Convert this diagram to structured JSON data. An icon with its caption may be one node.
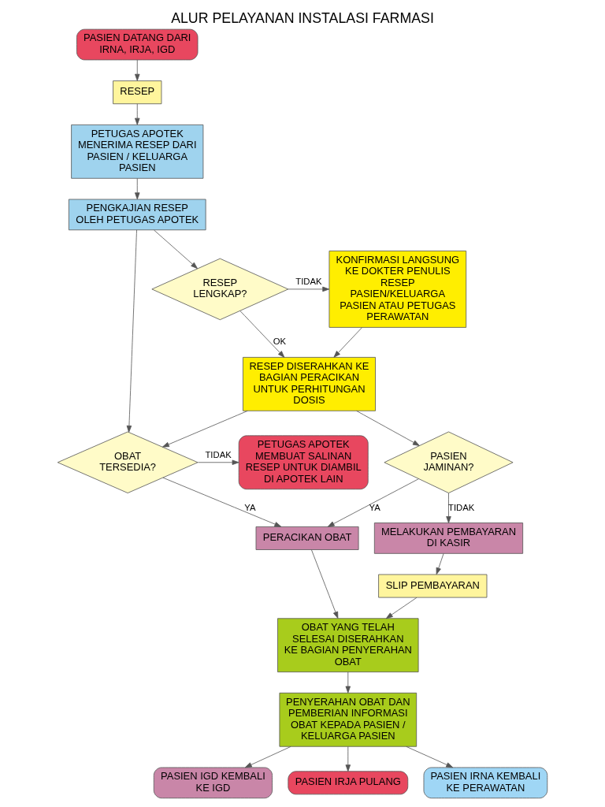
{
  "diagram": {
    "title": "ALUR PELAYANAN INSTALASI FARMASI",
    "nodes": [
      {
        "text": [
          "PASIEN DATANG DARI IRNA, IRJA, IGD"
        ]
      },
      {
        "text": [
          "RESEP"
        ]
      },
      {
        "text": [
          "PETUGAS APOTEK MENERIMA RESEP DARI PASIEN / KELUARGA PASIEN"
        ]
      },
      {
        "text": [
          "PENGKAJIAN RESEP OLEH PETUGAS APOTEK"
        ]
      },
      {
        "text": [
          "RESEP LENGKAP?"
        ]
      },
      {
        "text": [
          "KONFIRMASI LANGSUNG KE DOKTER PENULIS RESEP PASIEN/KELUARGA PASIEN ATAU PETUGAS PERAWATAN"
        ]
      },
      {
        "text": [
          "RESEP DISERAHKAN KE BAGIAN PERACIKAN UNTUK PERHITUNGAN DOSIS"
        ]
      },
      {
        "text": [
          "OBAT TERSEDIA?"
        ]
      },
      {
        "text": [
          "PETUGAS APOTEK MEMBUAT SALINAN RESEP UNTUK DIAMBIL DI APOTEK LAIN"
        ]
      },
      {
        "text": [
          "PERACIKAN OBAT"
        ]
      },
      {
        "text": [
          "PASIEN JAMINAN?"
        ]
      },
      {
        "text": [
          "MELAKUKAN PEMBAYARAN DI KASIR"
        ]
      },
      {
        "text": [
          "SLIP PEMBAYARAN"
        ]
      },
      {
        "text": [
          "OBAT YANG TELAH SELESAI DISERAHKAN KE BAGIAN PENYERAHAN OBAT"
        ]
      },
      {
        "text": [
          "PENYERAHAN OBAT DAN PEMBERIAN INFORMASI OBAT KEPADA PASIEN / KELUARGA PASIEN"
        ]
      },
      {
        "text": [
          "PASIEN IGD KEMBALI KE IGD"
        ]
      },
      {
        "text": [
          "PASIEN IRJA PULANG"
        ]
      },
      {
        "text": [
          "PASIEN IRNA KEMBALI KE PERAWATAN"
        ]
      }
    ],
    "edges": [
      {
        "from": 0,
        "to": 1,
        "arrow": "to"
      },
      {
        "from": 1,
        "to": 2,
        "arrow": "to"
      },
      {
        "from": 2,
        "to": 3,
        "arrow": "to"
      },
      {
        "from": 3,
        "to": 4,
        "arrow": "to"
      },
      {
        "from": 4,
        "to": 5,
        "arrow": "to",
        "label": "TIDAK"
      },
      {
        "from": 4,
        "to": 6,
        "arrow": "to",
        "label": "OK"
      },
      {
        "from": 5,
        "to": 6,
        "arrow": "to"
      },
      {
        "from": 3,
        "to": 7,
        "arrow": "to"
      },
      {
        "from": 6,
        "to": 7,
        "arrow": "to"
      },
      {
        "from": 7,
        "to": 8,
        "arrow": "to",
        "label": "TIDAK"
      },
      {
        "from": 7,
        "to": 9,
        "arrow": "to",
        "label": "YA"
      },
      {
        "from": 6,
        "to": 10,
        "arrow": "to"
      },
      {
        "from": 10,
        "to": 9,
        "arrow": "to",
        "label": "YA"
      },
      {
        "from": 10,
        "to": 11,
        "arrow": "to",
        "label": "TIDAK"
      },
      {
        "from": 11,
        "to": 12,
        "arrow": "to"
      },
      {
        "from": 12,
        "to": 13,
        "arrow": "to"
      },
      {
        "from": 9,
        "to": 13,
        "arrow": "to"
      },
      {
        "from": 13,
        "to": 14,
        "arrow": "to"
      },
      {
        "from": 14,
        "to": 15,
        "arrow": "to"
      },
      {
        "from": 14,
        "to": 16,
        "arrow": "to"
      },
      {
        "from": 14,
        "to": 17,
        "arrow": "to"
      }
    ]
  }
}
